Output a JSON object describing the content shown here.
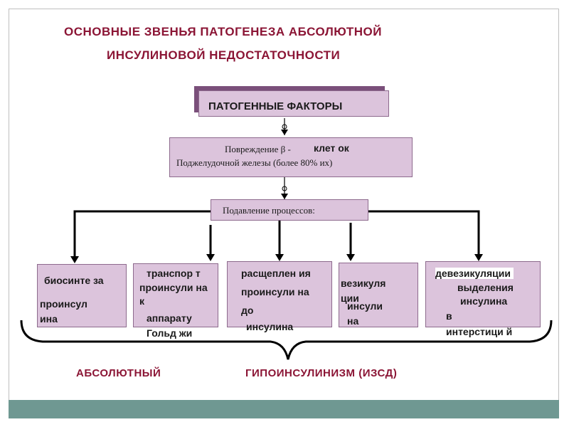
{
  "title": {
    "line1": "ОСНОВНЫЕ   ЗВЕНЬЯ   ПАТОГЕНЕЗА  АБСОЛЮТНОЙ",
    "line2": "ИНСУЛИНОВОЙ    НЕДОСТАТОЧНОСТИ"
  },
  "factors": {
    "label": "ПАТОГЕННЫЕ ФАКТОРЫ"
  },
  "damage": {
    "line1": "Повреждение β -",
    "overlay": "клет ок",
    "line2": "Поджелудочной  железы (более 80% их)"
  },
  "suppression": {
    "label": "Подавление процессов:"
  },
  "processes": [
    {
      "l1": "биосинте за",
      "l2": "проинсул ина"
    },
    {
      "l1": "транспор т",
      "l2": "проинсули на",
      "l3": "к",
      "l4": "аппарату Гольд жи"
    },
    {
      "l1": "расщеплен ия",
      "l2": "проинсули на",
      "l3": "до",
      "l4": "инсулина"
    },
    {
      "l1": "везикуля ции",
      "l2": "инсули на"
    },
    {
      "l1": "девезикуляции",
      "l2": "выделения",
      "l3": "инсулина",
      "l4": "в",
      "l5": "интерстици й"
    }
  ],
  "bottom": {
    "left": "АБСОЛЮТНЫЙ",
    "right": "ГИПОИНСУЛИНИЗМ (ИЗСД)"
  },
  "colors": {
    "title": "#8b1535",
    "box_fill": "#dcc4dc",
    "box_shadow": "#7a4f7a",
    "footer": "#6f9892"
  }
}
